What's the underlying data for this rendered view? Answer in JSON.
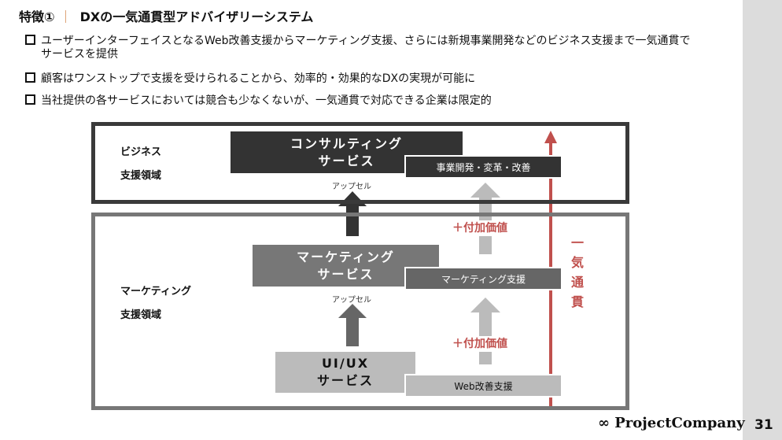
{
  "header": {
    "title_prefix": "特徴①",
    "separator": "｜",
    "title": "DXの一気通貫型アドバイザリーシステム"
  },
  "bullets": [
    "ユーザーインターフェイスとなるWeb改善支援からマーケティング支援、さらには新規事業開発などのビジネス支援まで一気通貫でサービスを提供",
    "顧客はワンストップで支援を受けられることから、効率的・効果的なDXの実現が可能に",
    "当社提供の各サービスにおいては競合も少なくないが、一気通貫で対応できる企業は限定的"
  ],
  "diagram": {
    "business_domain": [
      "ビジネス",
      "支援領域"
    ],
    "marketing_domain": [
      "マーケティング",
      "支援領域"
    ],
    "consulting": [
      "コンサルティング",
      "サービス"
    ],
    "consulting_sub": "事業開発・変革・改善",
    "marketing": [
      "マーケティング",
      "サービス"
    ],
    "marketing_sub": "マーケティング支援",
    "uiux": [
      "UI/UX",
      "サービス"
    ],
    "uiux_sub": "Web改善支援",
    "upsell": "アップセル",
    "added_value": "＋付加価値",
    "end_to_end": [
      "一",
      "気",
      "通",
      "貫"
    ]
  },
  "footer": {
    "logo": "∞ ProjectCompany",
    "page": "31"
  }
}
